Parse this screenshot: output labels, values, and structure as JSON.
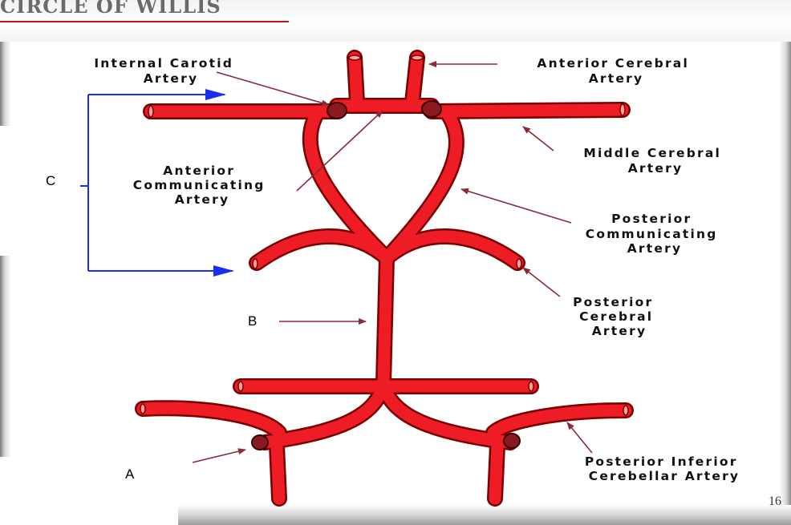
{
  "title": "CIRCLE OF WILLIS",
  "labels": {
    "internal_carotid": [
      "Internal Carotid",
      "Artery"
    ],
    "anterior_cerebral": [
      "Anterior Cerebral",
      "Artery"
    ],
    "anterior_communicating": [
      "Anterior",
      "Communicating",
      "Artery"
    ],
    "middle_cerebral": [
      "Middle Cerebral",
      "Artery"
    ],
    "posterior_communicating": [
      "Posterior",
      "Communicating",
      "Artery"
    ],
    "posterior_cerebral": [
      "Posterior",
      "Cerebral",
      "Artery"
    ],
    "posterior_inferior_cerebellar": [
      "Posterior Inferior",
      "Cerebellar Artery"
    ]
  },
  "answer_letters": {
    "a": "A",
    "b": "B",
    "c": "C"
  },
  "page_number": "16",
  "colors": {
    "artery": "#ee1c24",
    "artery_outline": "#7a0000",
    "node": "#8a1a22",
    "leader": "#8b2a3a",
    "bracket": "#1a2ef0",
    "title_rule": "#c0131a"
  }
}
